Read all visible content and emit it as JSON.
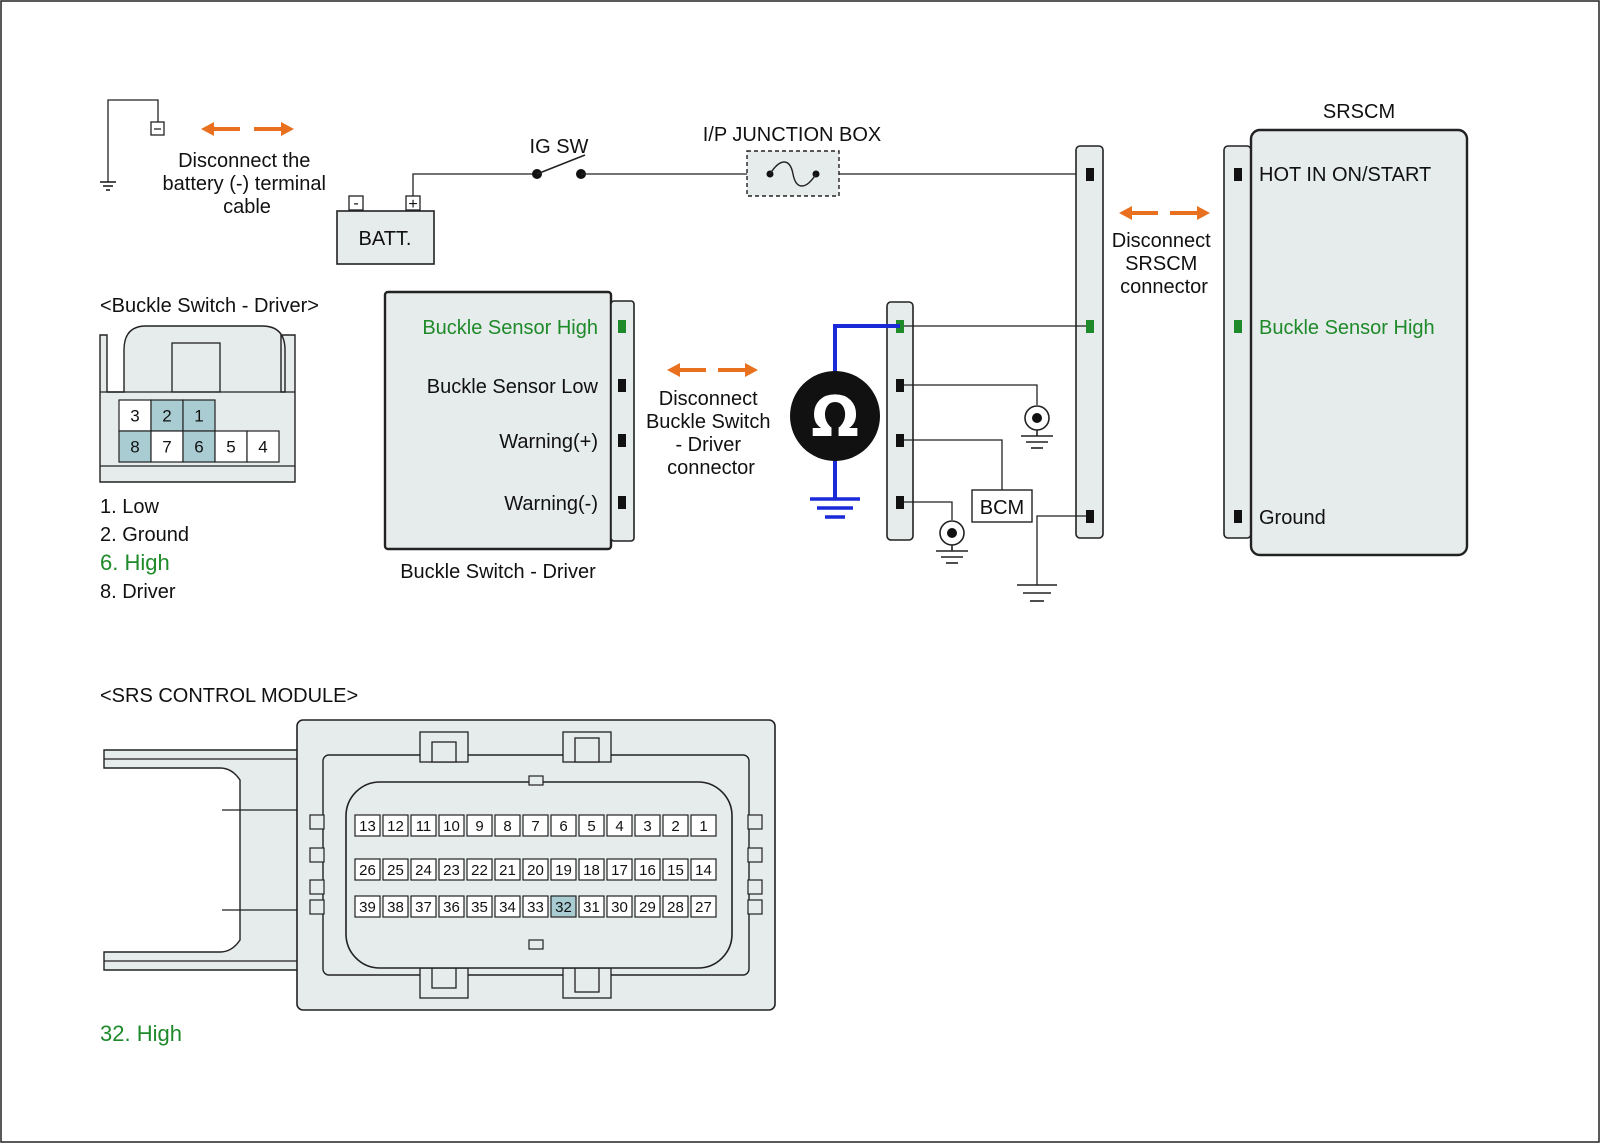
{
  "top": {
    "disconnect_battery": [
      "Disconnect the",
      "battery (-) terminal",
      "cable"
    ],
    "batt_label": "BATT.",
    "batt_minus": "-",
    "batt_plus": "+",
    "ig_sw": "IG SW",
    "junction_box": "I/P JUNCTION BOX",
    "srscm_title": "SRSCM",
    "disconnect_srscm": [
      "Disconnect",
      "SRSCM",
      "connector"
    ]
  },
  "srscm_box": {
    "pins": [
      "HOT IN ON/START",
      "Buckle Sensor High",
      "Ground"
    ]
  },
  "buckle_switch": {
    "title": "<Buckle Switch - Driver>",
    "caption": "Buckle Switch - Driver",
    "pins": [
      "Buckle Sensor High",
      "Buckle Sensor Low",
      "Warning(+)",
      "Warning(-)"
    ],
    "disconnect": [
      "Disconnect",
      "Buckle Switch",
      "- Driver",
      "connector"
    ],
    "connector_top_row": [
      "3",
      "2",
      "1"
    ],
    "connector_bottom_row": [
      "8",
      "7",
      "6",
      "5",
      "4"
    ],
    "legend": [
      "1. Low",
      "2. Ground",
      "6. High",
      "8. Driver"
    ]
  },
  "meter": {
    "symbol": "Ω",
    "bcm": "BCM"
  },
  "srs_module": {
    "title": "<SRS CONTROL MODULE>",
    "row1": [
      "13",
      "12",
      "11",
      "10",
      "9",
      "8",
      "7",
      "6",
      "5",
      "4",
      "3",
      "2",
      "1"
    ],
    "row2": [
      "26",
      "25",
      "24",
      "23",
      "22",
      "21",
      "20",
      "19",
      "18",
      "17",
      "16",
      "15",
      "14"
    ],
    "row3": [
      "39",
      "38",
      "37",
      "36",
      "35",
      "34",
      "33",
      "32",
      "31",
      "30",
      "29",
      "28",
      "27"
    ],
    "highlight_pin": "32",
    "legend": "32. High"
  },
  "colors": {
    "highlight_text": "#1e8a2a",
    "pin_highlight": "#a9ccd3",
    "arrow": "#e8701f",
    "probe_wire": "#1a2ad8",
    "box_fill": "#e6ebeb"
  }
}
